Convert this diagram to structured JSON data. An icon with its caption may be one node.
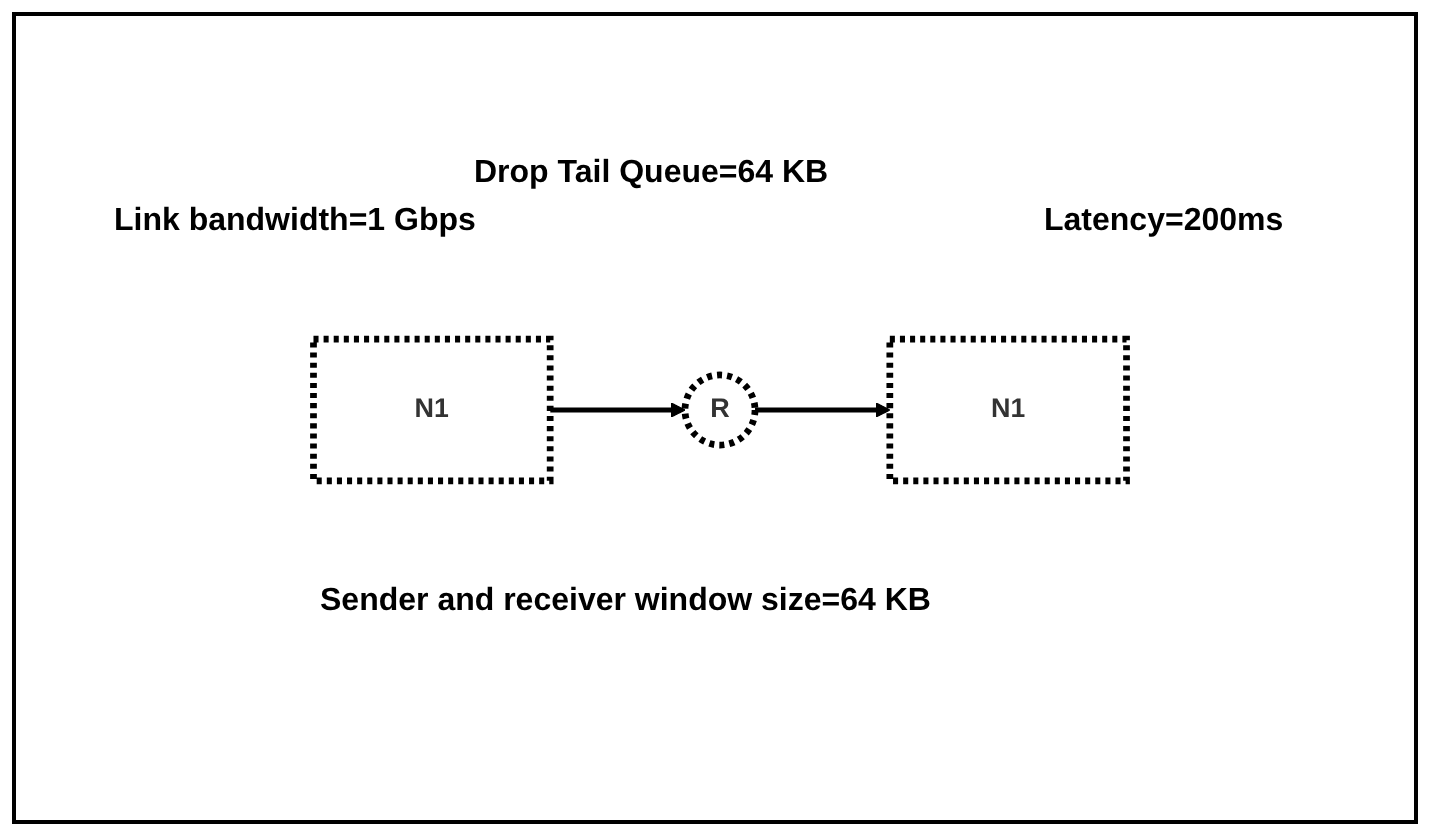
{
  "diagram": {
    "nodes": [
      {
        "text": [
          "N1"
        ]
      },
      {
        "text": [
          "R"
        ]
      },
      {
        "text": [
          "N1"
        ]
      }
    ],
    "edges": [
      {
        "from": 0,
        "to": 1,
        "arrow": "to"
      },
      {
        "from": 1,
        "to": 2,
        "arrow": "to"
      }
    ],
    "labels": [
      "Drop Tail Queue=64 KB",
      "Link bandwidth=1 Gbps",
      "Latency=200ms",
      "Sender and receiver window size=64 KB"
    ]
  }
}
